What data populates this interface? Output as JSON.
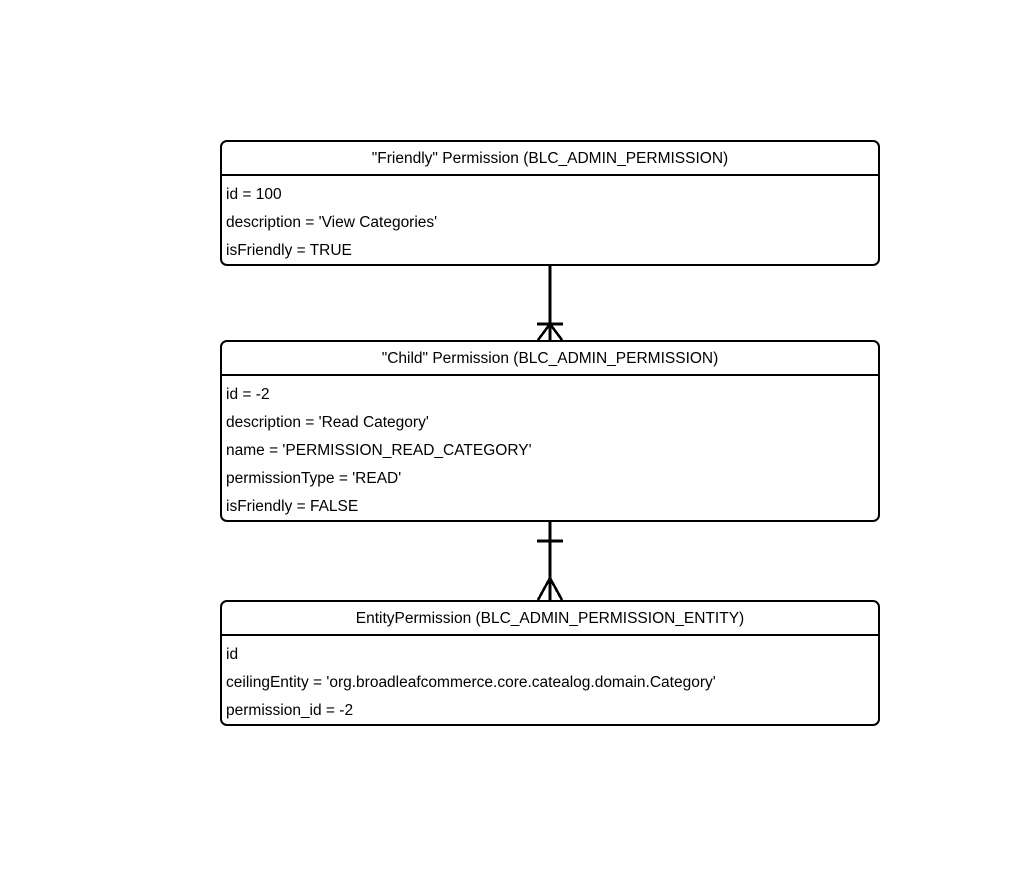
{
  "diagram": {
    "title_text": "",
    "background_color": "#ffffff",
    "line_color": "#000000",
    "notation": "crow's-foot",
    "entities": [
      {
        "id": "friendly-permission",
        "header": "\"Friendly\" Permission (BLC_ADMIN_PERMISSION)",
        "rows": [
          "id = 100",
          "description = 'View Categories'",
          "isFriendly = TRUE"
        ]
      },
      {
        "id": "child-permission",
        "header": "\"Child\" Permission (BLC_ADMIN_PERMISSION)",
        "rows": [
          "id = -2",
          "description = 'Read Category'",
          "name = 'PERMISSION_READ_CATEGORY'",
          "permissionType = 'READ'",
          "isFriendly = FALSE"
        ]
      },
      {
        "id": "entity-permission",
        "header": "EntityPermission (BLC_ADMIN_PERMISSION_ENTITY)",
        "rows": [
          "id",
          "ceilingEntity = 'org.broadleafcommerce.core.catealog.domain.Category'",
          "permission_id = -2"
        ]
      }
    ],
    "relationships": [
      {
        "id": "friendly-to-child",
        "from": "friendly-permission",
        "to": "child-permission",
        "from_cardinality": "one",
        "to_cardinality": "many"
      },
      {
        "id": "child-to-entity",
        "from": "child-permission",
        "to": "entity-permission",
        "from_cardinality": "one",
        "to_cardinality": "many"
      }
    ]
  }
}
